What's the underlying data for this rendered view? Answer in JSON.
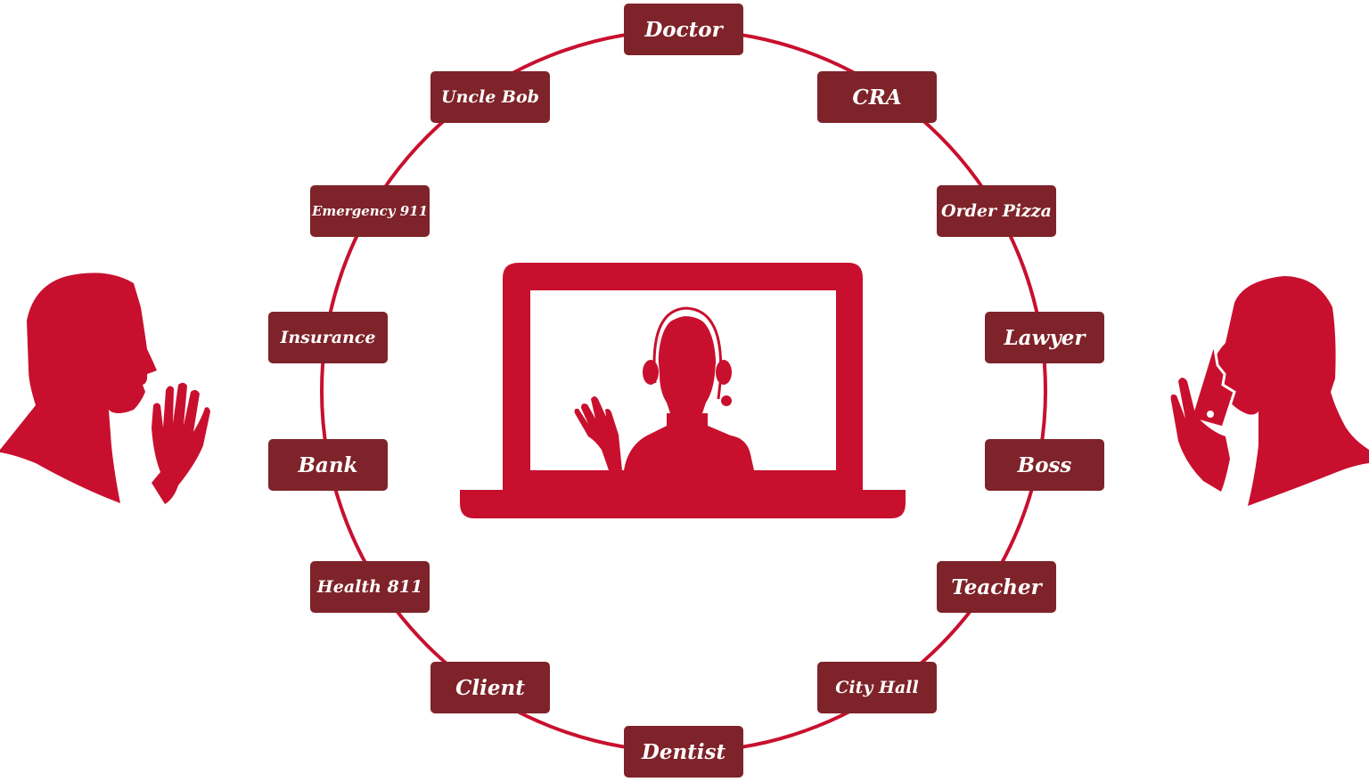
{
  "diagram": {
    "colors": {
      "accent": "#c8102e",
      "node_fill": "#7e2329",
      "node_text": "#ffffff",
      "background": "#ffffff"
    },
    "center": {
      "icon": "laptop-video-call-agent-icon",
      "description": "Laptop showing agent with headset waving"
    },
    "left_figure": {
      "icon": "person-signing-icon",
      "description": "Person in profile with raised hand"
    },
    "right_figure": {
      "icon": "person-phone-icon",
      "description": "Person in profile holding phone"
    },
    "nodes": [
      {
        "label": "Doctor"
      },
      {
        "label": "CRA"
      },
      {
        "label": "Order Pizza"
      },
      {
        "label": "Lawyer"
      },
      {
        "label": "Boss"
      },
      {
        "label": "Teacher"
      },
      {
        "label": "City Hall"
      },
      {
        "label": "Dentist"
      },
      {
        "label": "Client"
      },
      {
        "label": "Health 811"
      },
      {
        "label": "Bank"
      },
      {
        "label": "Insurance"
      },
      {
        "label": "Emergency 911"
      },
      {
        "label": "Uncle Bob"
      }
    ]
  }
}
